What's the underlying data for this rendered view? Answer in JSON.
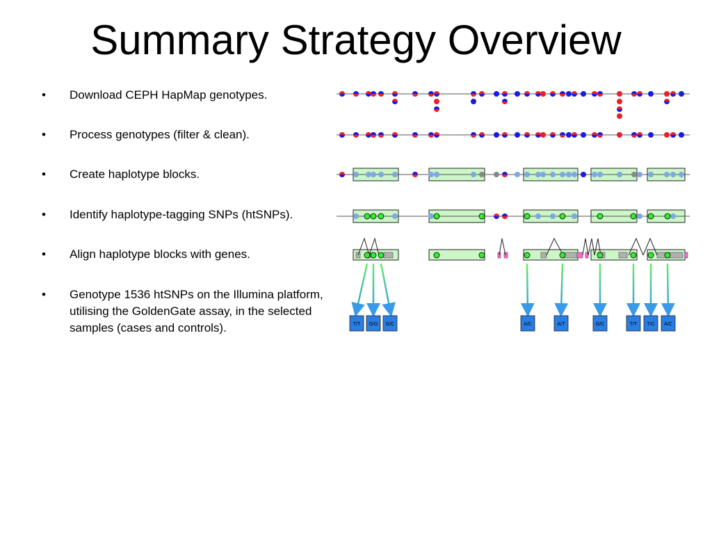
{
  "slide": {
    "title": "Summary Strategy Overview",
    "bullets": [
      "Download CEPH HapMap genotypes.",
      "Process genotypes (filter & clean).",
      "Create haplotype blocks.",
      "Identify haplotype-tagging SNPs (htSNPs).",
      "Align haplotype blocks with genes.",
      "Genotype 1536 htSNPs on the Illumina platform, utilising the GoldenGate assay, in the selected samples (cases and controls)."
    ]
  },
  "diagram": {
    "colors": {
      "snp_red": "#e8202a",
      "snp_blue": "#1a1ae0",
      "snp_grey": "#888888",
      "snp_light": "#7fa8e0",
      "block_fill": "#ccf5c8",
      "tag_fill": "#33ee33",
      "gene_pink": "#ff66cc",
      "chip_blue": "#2a7de1"
    },
    "genotype_calls": [
      "T/T",
      "G/G",
      "G/C",
      "A/C",
      "A/T",
      "G/C",
      "T/T",
      "T/C",
      "A/C"
    ]
  }
}
